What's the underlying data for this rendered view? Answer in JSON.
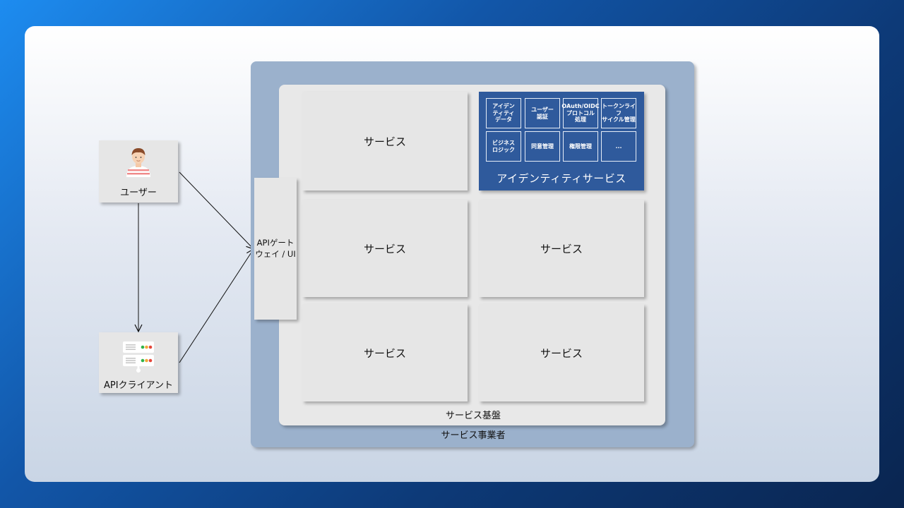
{
  "provider_label": "サービス事業者",
  "platform_label": "サービス基盤",
  "gateway_label": "APIゲートウェイ / UI",
  "services": {
    "top_left": "サービス",
    "mid_left": "サービス",
    "mid_right": "サービス",
    "bot_left": "サービス",
    "bot_right": "サービス"
  },
  "identity_service": {
    "title": "アイデンティティサービス",
    "cells": [
      "アイデン\nティティ\nデータ",
      "ユーザー\n認証",
      "OAuth/OIDC\nプロトコル\n処理",
      "トークンライフ\nサイクル管理",
      "ビジネス\nロジック",
      "同意管理",
      "権限管理",
      "..."
    ]
  },
  "actors": {
    "user": "ユーザー",
    "api_client": "APIクライアント"
  },
  "colors": {
    "provider": "#9bb1cc",
    "platform": "#e8e8e8",
    "identity": "#2f5a9c",
    "service": "#e6e6e6"
  },
  "icons": {
    "user": "person-avatar-icon",
    "api_client": "server-icon"
  }
}
